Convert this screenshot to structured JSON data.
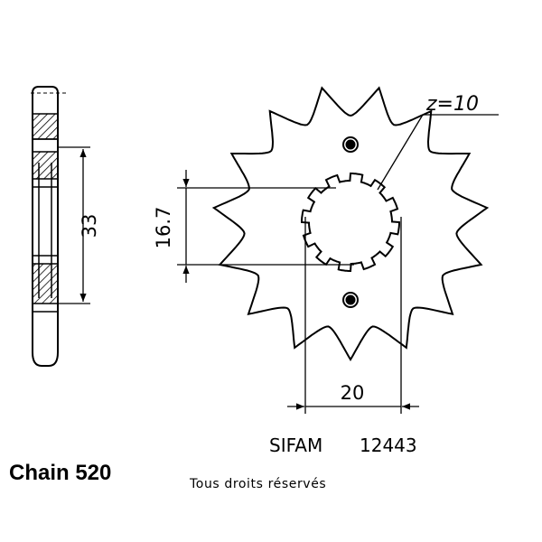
{
  "diagram": {
    "teeth_label": "z=10",
    "dimensions": {
      "thickness_height": "33",
      "spline_height": "16.7",
      "spline_width": "20"
    },
    "reference": {
      "brand": "SIFAM",
      "part_number": "12443"
    }
  },
  "footer": {
    "chain_label": "Chain 520",
    "rights_notice": "Tous droits réservés"
  },
  "colors": {
    "ink": "#000000",
    "background": "#ffffff"
  }
}
